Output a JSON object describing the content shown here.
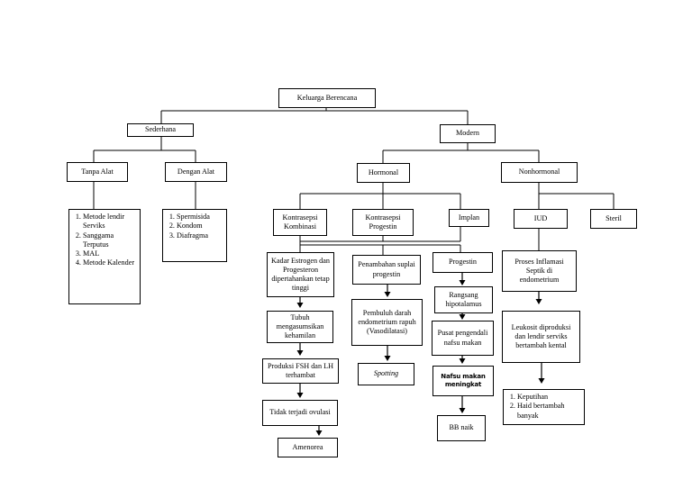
{
  "nodes": {
    "root": "Keluarga Berencana",
    "sederhana": "Sederhana",
    "modern": "Modern",
    "tanpa_alat": "Tanpa Alat",
    "dengan_alat": "Dengan Alat",
    "hormonal": "Hormonal",
    "nonhormonal": "Nonhormonal",
    "kontrasepsi_kombinasi": "Kontrasepsi Kombinasi",
    "kontrasepsi_progestin": "Kontrasepsi Progestin",
    "implan": "Implan",
    "iud": "IUD",
    "steril": "Steril",
    "kadar_estrogen": "Kadar Estrogen dan Progesteron dipertahankan tetap tinggi",
    "penambahan": "Penambahan suplai progestin",
    "progestin": "Progestin",
    "proses_inflamasi": "Proses Inflamasi Septik di endometrium",
    "tubuh": "Tubuh mengasumsikan kehamilan",
    "pembuluh": "Pembuluh darah endometrium rapuh (Vasodilatasi)",
    "rangsang": "Rangsang hipotalamus",
    "leukosit": "Leukosit diproduksi dan lendir serviks bertambah kental",
    "produksi_fsh": "Produksi FSH dan LH terhambat",
    "spotting": "Spotting",
    "pusat": "Pusat pengendali nafsu makan",
    "tidak_terjadi": "Tidak terjadi ovulasi",
    "nafsu": "Nafsu makan meningkat",
    "amenorea": "Amenorea",
    "bb_naik": "BB naik"
  },
  "lists": {
    "tanpa_alat_items": [
      "Metode lendir Serviks",
      "Sanggama Terputus",
      "MAL",
      "Metode Kalender"
    ],
    "dengan_alat_items": [
      "Spermisida",
      "Kondom",
      "Diafragma"
    ],
    "iud_effects": [
      "Keputihan",
      "Haid bertambah banyak"
    ]
  }
}
